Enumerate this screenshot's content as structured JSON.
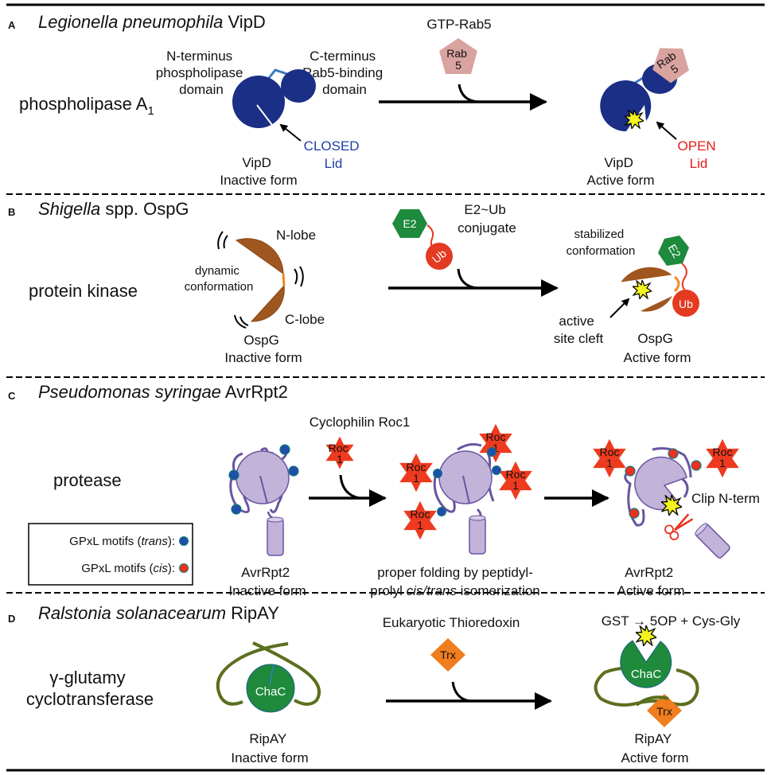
{
  "colors": {
    "vipd_blue": "#1b2f86",
    "vipd_linker": "#3a78c4",
    "rab5_pink": "#d9a3a0",
    "closed_blue": "#1f3ea6",
    "open_red": "#e41a1a",
    "kinase_brown": "#a0561f",
    "hinge_orange": "#f08a1c",
    "e2_green": "#1e8a3c",
    "ub_red": "#e33a22",
    "avr_lilac": "#c2b3d9",
    "avr_chain": "#6a54a0",
    "motif_trans": "#1f4fa8",
    "motif_cis": "#e8321f",
    "motif_ring": "#137a7a",
    "roc_red": "#ee3a1e",
    "chac_green": "#1f8a3c",
    "ripay_chain": "#5b6f1e",
    "trx_orange": "#f07d1e",
    "spark_yellow": "#f4f420"
  },
  "panels": {
    "a": {
      "letter": "A",
      "title_italic": "Legionella pneumophila",
      "title_rest": " VipD",
      "category": "phospholipase A",
      "category_sub": "1",
      "n_term_lines": [
        "N-terminus",
        "phospholipase",
        "domain"
      ],
      "c_term_lines": [
        "C-terminus",
        "Rab5-binding",
        "domain"
      ],
      "effector_label": "GTP-Rab5",
      "effector_glyph_lines": [
        "Rab",
        "5"
      ],
      "inactive_lines": [
        "VipD",
        "Inactive form"
      ],
      "closed_lines": [
        "CLOSED",
        "Lid"
      ],
      "active_lines": [
        "VipD",
        "Active form"
      ],
      "open_lines": [
        "OPEN",
        "Lid"
      ]
    },
    "b": {
      "letter": "B",
      "title_italic": "Shigella",
      "title_rest": " spp. OspG",
      "category": "protein kinase",
      "n_lobe": "N-lobe",
      "c_lobe": "C-lobe",
      "dynamic_lines": [
        "dynamic",
        "conformation"
      ],
      "inactive_lines": [
        "OspG",
        "Inactive form"
      ],
      "effector_lines": [
        "E2~Ub",
        "conjugate"
      ],
      "e2_glyph": "E2",
      "ub_glyph": "Ub",
      "stabilized_lines": [
        "stabilized",
        "conformation"
      ],
      "cleft_lines": [
        "active",
        "site cleft"
      ],
      "active_lines": [
        "OspG",
        "Active form"
      ]
    },
    "c": {
      "letter": "C",
      "title_italic": "Pseudomonas syringae",
      "title_rest": " AvrRpt2",
      "category": "protease",
      "legend": {
        "trans_prefix": "GPxL motifs (",
        "trans_italic": "trans",
        "trans_suffix": "):",
        "cis_prefix": "GPxL motifs (",
        "cis_italic": "cis",
        "cis_suffix": "):"
      },
      "inactive_lines": [
        "AvrRpt2",
        "Inactive form"
      ],
      "effector_label": "Cyclophilin Roc1",
      "roc_glyph_lines": [
        "Roc",
        "1"
      ],
      "folding_line1": "proper folding by peptidyl-",
      "folding_line2_prefix": "prolyl ",
      "folding_line2_italic": "cis/trans",
      "folding_line2_suffix": " isomerization",
      "clip_label": "Clip N-term",
      "active_lines": [
        "AvrRpt2",
        "Active form"
      ]
    },
    "d": {
      "letter": "D",
      "title_italic": "Ralstonia solanacearum",
      "title_rest": " RipAY",
      "category_lines": [
        "γ-glutamy",
        "cyclotransferase"
      ],
      "chac_glyph": "ChaC",
      "inactive_lines": [
        "RipAY",
        "Inactive form"
      ],
      "effector_label": "Eukaryotic Thioredoxin",
      "trx_glyph": "Trx",
      "reaction_label": "GST → 5OP + Cys-Gly",
      "active_lines": [
        "RipAY",
        "Active form"
      ]
    }
  }
}
